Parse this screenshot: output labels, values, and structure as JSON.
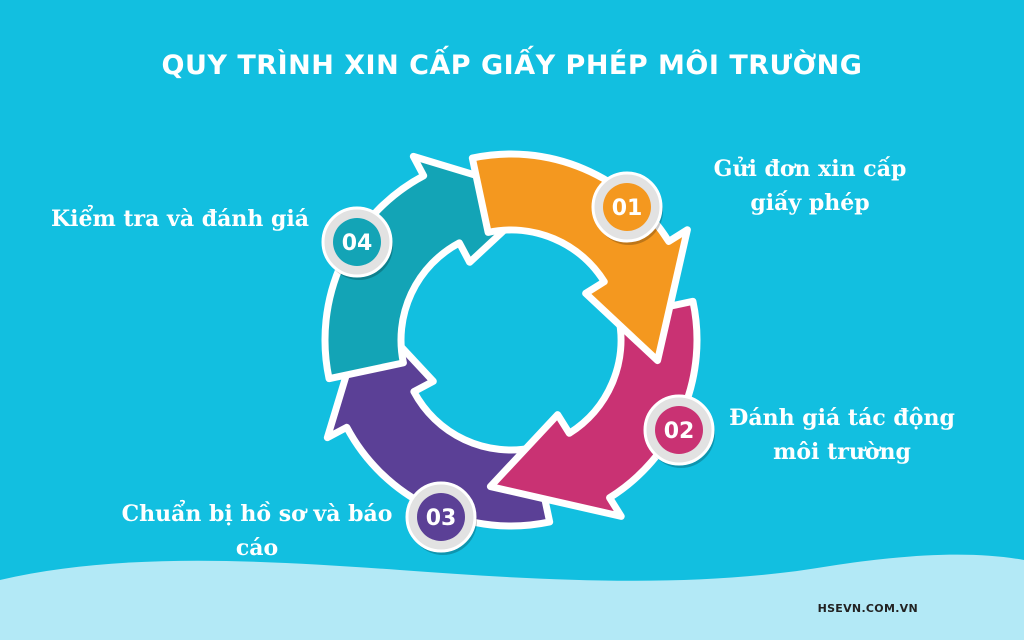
{
  "title": "QUY TRÌNH XIN CẤP GIẤY PHÉP MÔI TRƯỜNG",
  "steps": [
    {
      "number": "01",
      "label": "Gửi đơn xin cấp giấy phép",
      "color": "#F4981F"
    },
    {
      "number": "02",
      "label": "Đánh giá tác động môi trường",
      "color": "#C93273"
    },
    {
      "number": "03",
      "label": "Chuẩn bị hồ sơ và báo cáo",
      "color": "#5B4096"
    },
    {
      "number": "04",
      "label": "Kiểm tra và đánh giá",
      "color": "#13A4B6"
    }
  ],
  "footer": "HSEVN.COM.VN",
  "colors": {
    "background": "#12BFE0",
    "wave": "#B3E9F6",
    "ring_outline": "#FFFFFF"
  }
}
